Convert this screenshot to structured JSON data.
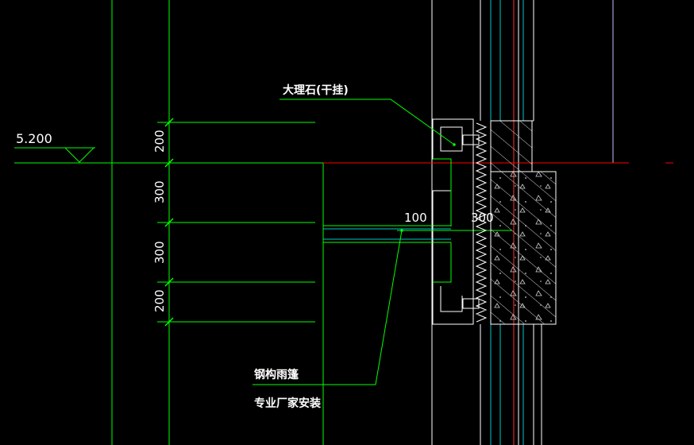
{
  "elevation": {
    "label": "5.200"
  },
  "dimensions": {
    "vertical": [
      "200",
      "300",
      "300",
      "200"
    ],
    "horizontal_small": "100",
    "horizontal_large": "300"
  },
  "callouts": {
    "marble": "大理石(干挂)",
    "canopy_line1": "钢构雨篷",
    "canopy_line2": "专业厂家安装"
  },
  "colors": {
    "background": "#000000",
    "primary_line": "#00ff00",
    "wall_lines": "#00c8c8",
    "outline": "#ffffff",
    "datum": "#ff0000",
    "text": "#ffffff"
  }
}
